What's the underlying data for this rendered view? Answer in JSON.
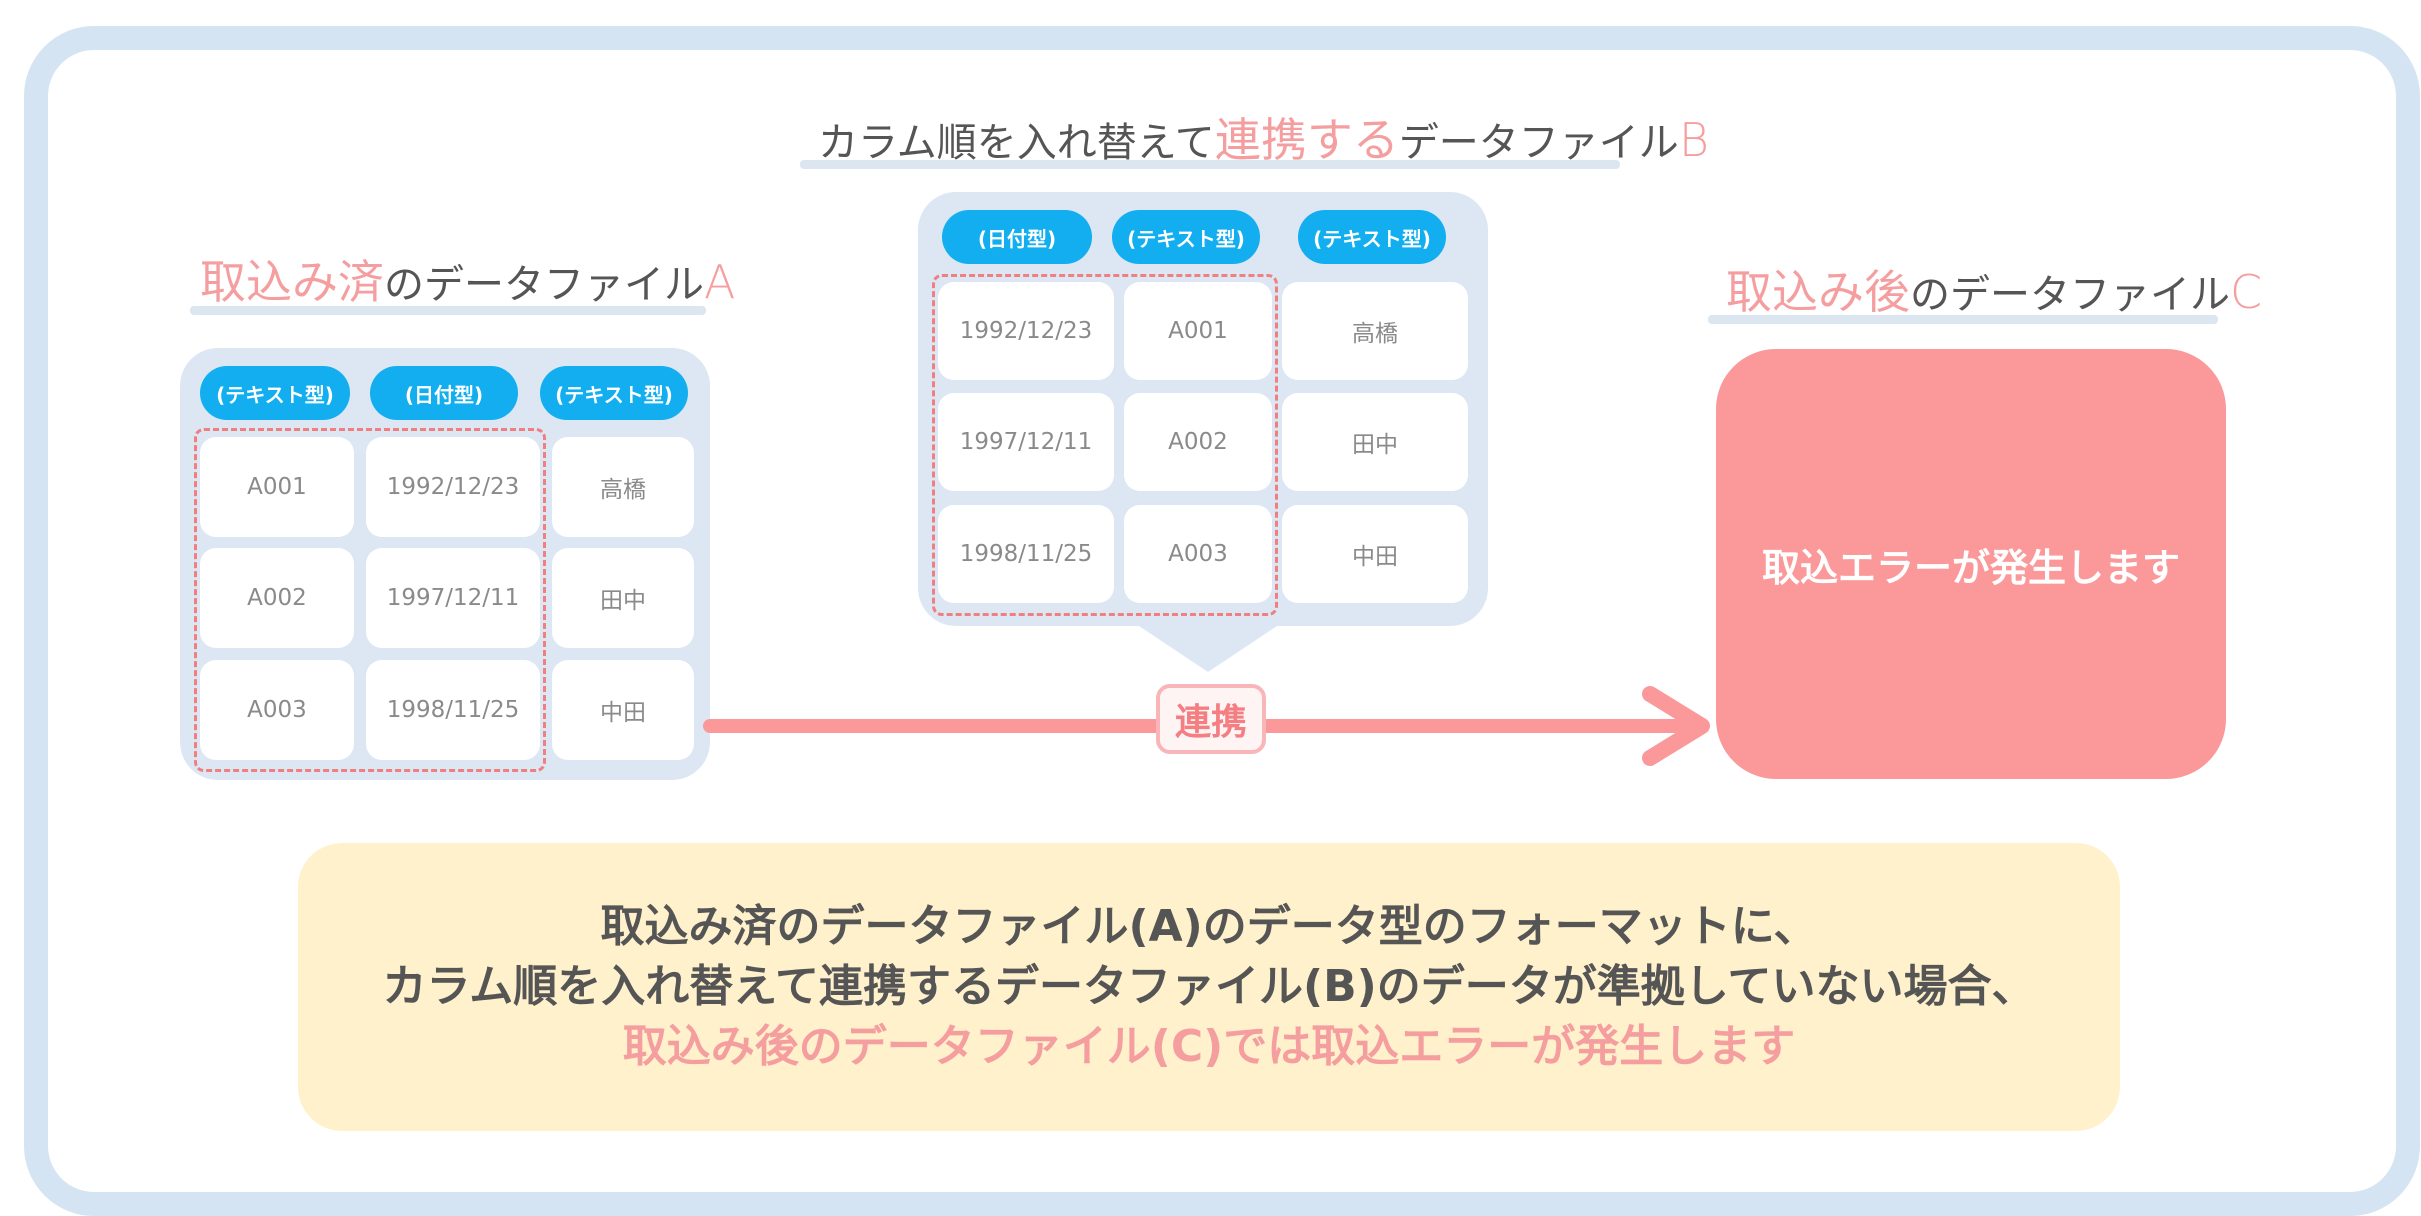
{
  "title_a": {
    "hl": "取込み済",
    "rest": "のデータファイル",
    "letter": "A"
  },
  "title_b": {
    "pre": "カラム順を入れ替えて",
    "hl": "連携する",
    "rest": "データファイル",
    "letter": "B"
  },
  "title_c": {
    "hl": "取込み後",
    "rest": "のデータファイル",
    "letter": "C"
  },
  "table_a": {
    "headers": [
      "(テキスト型)",
      "(日付型)",
      "(テキスト型)"
    ],
    "rows": [
      [
        "A001",
        "1992/12/23",
        "高橋"
      ],
      [
        "A002",
        "1997/12/11",
        "田中"
      ],
      [
        "A003",
        "1998/11/25",
        "中田"
      ]
    ]
  },
  "table_b": {
    "headers": [
      "(日付型)",
      "(テキスト型)",
      "(テキスト型)"
    ],
    "rows": [
      [
        "1992/12/23",
        "A001",
        "高橋"
      ],
      [
        "1997/12/11",
        "A002",
        "田中"
      ],
      [
        "1998/11/25",
        "A003",
        "中田"
      ]
    ]
  },
  "link_label": "連携",
  "error_text": "取込エラーが発生します",
  "note": {
    "line1": "取込み済のデータファイル(A)のデータ型のフォーマットに、",
    "line2": "カラム順を入れ替えて連携するデータファイル(B)のデータが準拠していない場合、",
    "line3": "取込み後のデータファイル(C)では取込エラーが発生します"
  },
  "colors": {
    "accent_pink": "#f59ea0",
    "header_blue": "#12aef0",
    "error_fill": "#fa989a",
    "note_fill": "#fff1cb"
  }
}
